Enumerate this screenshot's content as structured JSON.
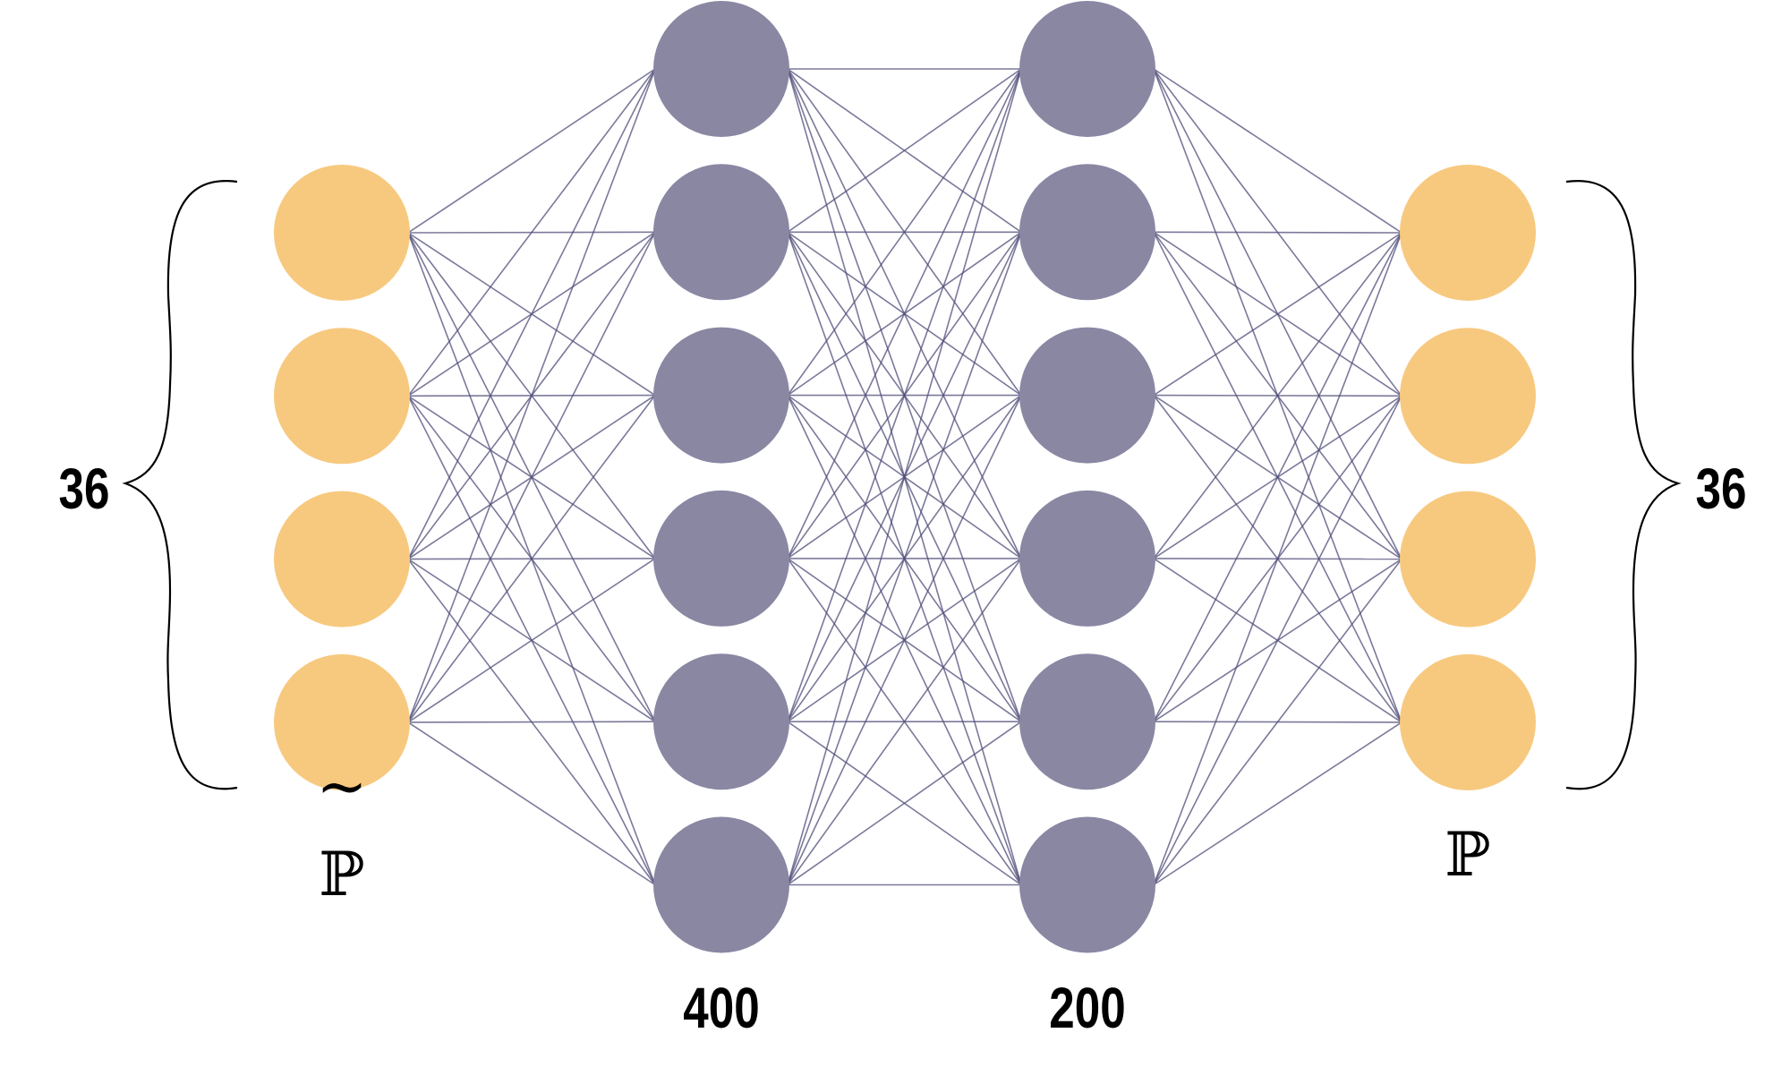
{
  "layers": [
    {
      "name": "input",
      "nodes": 4,
      "label": "36",
      "symbol": "P̃"
    },
    {
      "name": "hidden1",
      "nodes": 6,
      "label": "400"
    },
    {
      "name": "hidden2",
      "nodes": 6,
      "label": "200"
    },
    {
      "name": "output",
      "nodes": 4,
      "label": "36",
      "symbol": "ℙ"
    }
  ],
  "labels": {
    "input_size": "36",
    "hidden1_size": "400",
    "hidden2_size": "200",
    "output_size": "36",
    "input_symbol": "ℙ",
    "input_tilde": "~",
    "output_symbol": "ℙ"
  },
  "colors": {
    "io_node": "#F7C97F",
    "hidden_node": "#8A87A3",
    "edge": "#4F4C78"
  }
}
